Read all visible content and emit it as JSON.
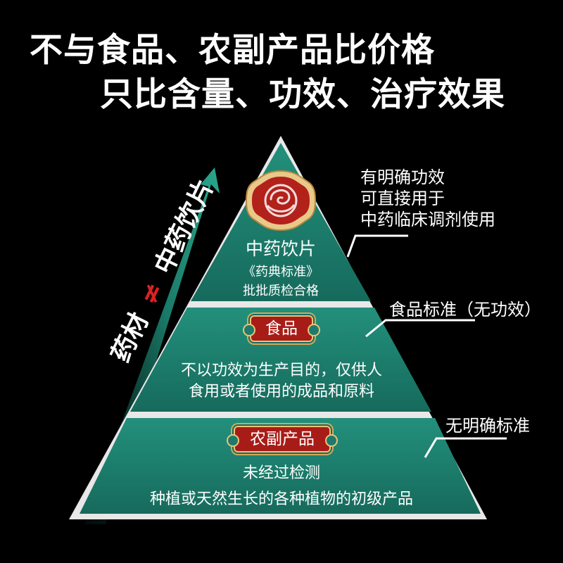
{
  "headline": {
    "line1": "不与食品、农副产品比价格",
    "line2": "只比含量、功效、治疗效果"
  },
  "arrow_label": {
    "left": "药材",
    "neq": "≠",
    "right": "中药饮片"
  },
  "pyramid": {
    "top": {
      "title": "中药饮片",
      "line2": "《药典标准》",
      "line3": "批批质检合格",
      "note": [
        "有明确功效",
        "可直接用于",
        "中药临床调剂使用"
      ]
    },
    "middle": {
      "badge": "食品",
      "desc1": "不以功效为生产目的，仅供人",
      "desc2": "食用或者使用的成品和原料",
      "note": "食品标准（无功效）"
    },
    "bottom": {
      "badge": "农副产品",
      "desc1": "未经过检测",
      "desc2": "种植或天然生长的各种植物的初级产品",
      "note": "无明确标准"
    }
  },
  "colors": {
    "background": "#000000",
    "tier": "#1e7f6e",
    "badge": "#a81c17",
    "gold": "#d4a95a",
    "neq": "#e02020"
  }
}
